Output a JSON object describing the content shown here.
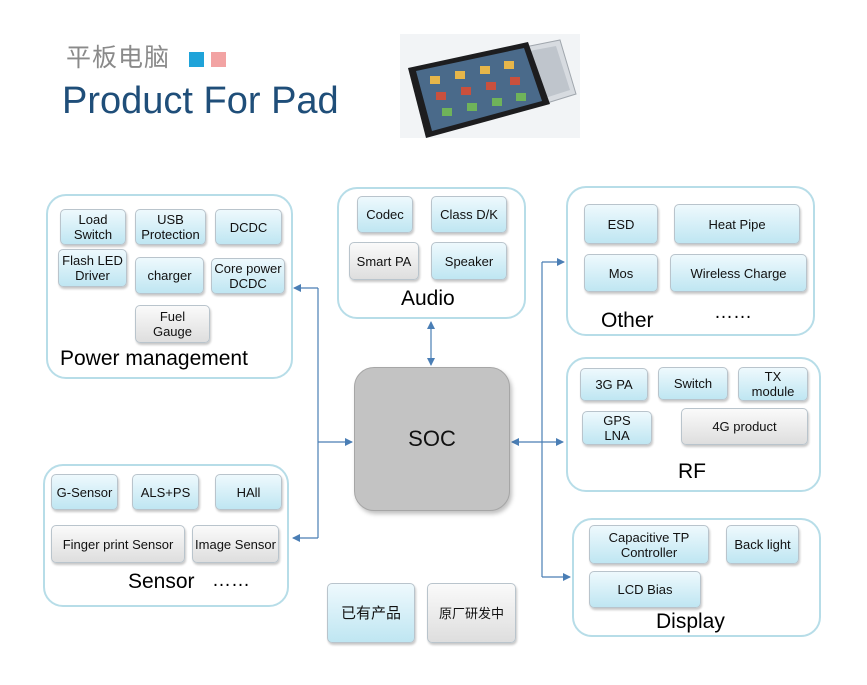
{
  "header": {
    "subtitle": "平板电脑",
    "title": "Product For Pad",
    "square_colors": [
      "#1fa3d9",
      "#f2a3a3"
    ]
  },
  "center": {
    "label": "SOC"
  },
  "groups": {
    "power": {
      "label": "Power management",
      "items": [
        "Load\nSwitch",
        "USB\nProtection",
        "DCDC",
        "Flash LED\nDriver",
        "charger",
        "Core power\nDCDC",
        "Fuel\nGauge"
      ]
    },
    "audio": {
      "label": "Audio",
      "items": [
        "Codec",
        "Class D/K",
        "Smart  PA",
        "Speaker"
      ]
    },
    "other": {
      "label": "Other",
      "ellipsis": "……",
      "items": [
        "ESD",
        "Heat  Pipe",
        "Mos",
        "Wireless Charge"
      ]
    },
    "rf": {
      "label": "RF",
      "items": [
        "3G  PA",
        "Switch",
        "TX\nmodule",
        "GPS\nLNA",
        "4G  product"
      ]
    },
    "sensor": {
      "label": "Sensor",
      "ellipsis": "……",
      "items": [
        "G-Sensor",
        "ALS+PS",
        "HAll",
        "Finger print Sensor",
        "Image Sensor"
      ]
    },
    "display": {
      "label": "Display",
      "items": [
        "Capacitive  TP\nController",
        "Back light",
        "LCD  Bias"
      ]
    }
  },
  "legend": {
    "existing": "已有产品",
    "developing": "原厂研发中"
  },
  "colors": {
    "connector": "#4a7eb5",
    "group_border": "#b7dde8",
    "existing_fill": "#bfe6f2",
    "developing_fill": "#dedede"
  }
}
